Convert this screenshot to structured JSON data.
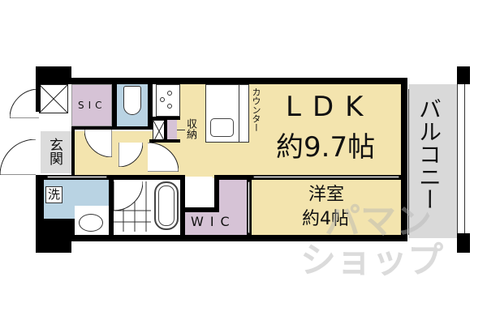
{
  "floorplan": {
    "rooms": {
      "ldk": {
        "name": "LDK",
        "size": "約9.7帖"
      },
      "western_room": {
        "name": "洋室",
        "size": "約4帖"
      },
      "balcony": {
        "name": "バルコニー"
      },
      "sic": {
        "name": "SIC"
      },
      "wic": {
        "name": "WIC"
      },
      "entrance": {
        "name": "玄関"
      },
      "storage": {
        "name": "収納"
      },
      "counter": {
        "name": "カウンター"
      },
      "washer": {
        "name": "洗"
      }
    },
    "colors": {
      "living_floor": "#f3e4ae",
      "closet": "#d6c3d6",
      "wet_area": "#b9d3e3",
      "entrance_tile": "#dcdcdc",
      "balcony": "#d9d9d9",
      "wall": "#000000"
    }
  },
  "watermark": {
    "line1": "パマン",
    "line2": "ショップ"
  }
}
